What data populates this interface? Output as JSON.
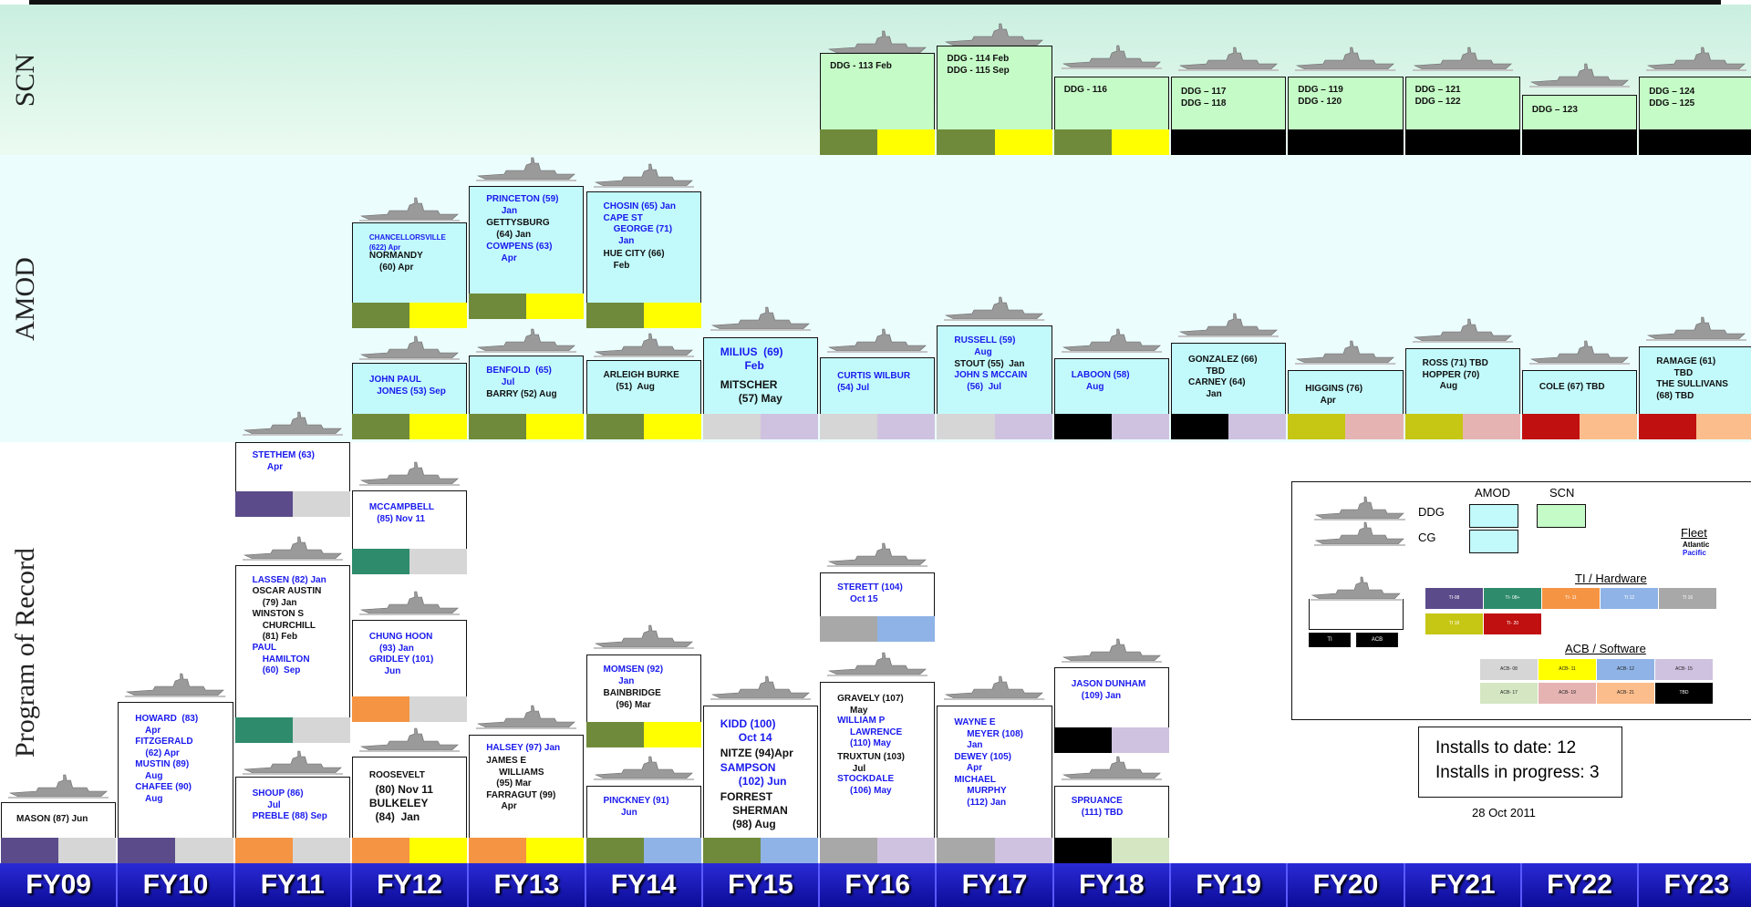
{
  "row_labels": {
    "scn": "SCN",
    "amod": "AMOD",
    "por": "Program of Record"
  },
  "fiscal_years": [
    "FY09",
    "FY10",
    "FY11",
    "FY12",
    "FY13",
    "FY14",
    "FY15",
    "FY16",
    "FY17",
    "FY18",
    "FY19",
    "FY20",
    "FY21",
    "FY22",
    "FY23"
  ],
  "colors": {
    "blue_text": "#1a1aee",
    "black_text": "#111111"
  },
  "cards": [
    {
      "id": "c1",
      "label": "DDG - 113 Feb",
      "row": "scn"
    },
    {
      "id": "c2",
      "label": "DDG - 114 Feb\nDDG - 115 Sep",
      "row": "scn"
    },
    {
      "id": "c3",
      "label": "DDG - 116",
      "row": "scn"
    },
    {
      "id": "c4",
      "label": "DDG – 117\nDDG – 118",
      "row": "scn"
    },
    {
      "id": "c5",
      "label": "DDG – 119\nDDG - 120",
      "row": "scn"
    },
    {
      "id": "c6",
      "label": "DDG – 121\nDDG – 122",
      "row": "scn"
    },
    {
      "id": "c7",
      "label": "DDG – 123",
      "row": "scn"
    },
    {
      "id": "c8",
      "label": "DDG – 124\nDDG – 125",
      "row": "scn"
    },
    {
      "id": "a1",
      "label": "CHANCELLORSVILLE\n(622) Apr",
      "label2": "NORMANDY\n    (60) Apr",
      "row": "amod"
    },
    {
      "id": "a2",
      "label": "PRINCETON (59)\n      Jan",
      "label2": "GETTYSBURG\n    (64) Jan",
      "label3": "COWPENS (63)\n      Apr",
      "row": "amod"
    },
    {
      "id": "a3",
      "label": "CHOSIN (65) Jan\nCAPE ST\n    GEORGE (71)\n      Jan",
      "label2": "HUE CITY (66)\n    Feb",
      "row": "amod"
    },
    {
      "id": "a4",
      "label": "JOHN PAUL\n   JONES (53) Sep",
      "row": "amod"
    },
    {
      "id": "a5",
      "label": "BENFOLD  (65)\n      Jul",
      "label2": "BARRY (52) Aug",
      "row": "amod"
    },
    {
      "id": "a6",
      "label": "ARLEIGH BURKE\n     (51)  Aug",
      "row": "amod"
    },
    {
      "id": "a7",
      "label": "MILIUS  (69)\n        Feb",
      "label2": "MITSCHER\n      (57) May",
      "row": "amod"
    },
    {
      "id": "a8",
      "label": "CURTIS WILBUR\n(54) Jul",
      "row": "amod"
    },
    {
      "id": "a9",
      "label": "RUSSELL (59)\n        Aug",
      "label2": "STOUT (55)  Jan",
      "label3": "JOHN S MCCAIN\n     (56)  Jul",
      "row": "amod"
    },
    {
      "id": "a10",
      "label": "LABOON (58)\n      Aug",
      "row": "amod"
    },
    {
      "id": "a11",
      "label": "GONZALEZ (66)\n       TBD\nCARNEY (64)\n       Jan",
      "row": "amod"
    },
    {
      "id": "a12",
      "label": "HIGGINS (76)\n      Apr",
      "row": "amod"
    },
    {
      "id": "a13",
      "label": "ROSS (71) TBD\nHOPPER (70)\n       Aug",
      "row": "amod"
    },
    {
      "id": "a14",
      "label": "COLE (67) TBD",
      "row": "amod"
    },
    {
      "id": "a15",
      "label": "RAMAGE (61)\n       TBD\nTHE SULLIVANS\n(68) TBD",
      "row": "amod"
    },
    {
      "id": "p1",
      "label": "MASON (87) Jun",
      "row": "por"
    },
    {
      "id": "p2",
      "label": "HOWARD  (83)\n    Apr\nFITZGERALD\n    (62) Apr\nMUSTIN (89)\n    Aug\nCHAFEE (90)\n    Aug",
      "row": "por"
    },
    {
      "id": "p3",
      "label": "STETHEM (63)\n      Apr",
      "row": "por"
    },
    {
      "id": "p4",
      "label": "LASSEN (82) Jan",
      "label2": "OSCAR AUSTIN\n    (79) Jan\nWINSTON S\n    CHURCHILL\n    (81) Feb",
      "label3": "PAUL\n    HAMILTON\n    (60)  Sep",
      "row": "por"
    },
    {
      "id": "p5",
      "label": "SHOUP (86)\n      Jul\nPREBLE (88) Sep",
      "row": "por"
    },
    {
      "id": "p6",
      "label": "MCCAMPBELL\n   (85) Nov 11",
      "row": "por"
    },
    {
      "id": "p7",
      "label": "CHUNG HOON\n    (93) Jan\nGRIDLEY (101)\n      Jun",
      "row": "por"
    },
    {
      "id": "p8",
      "label": "ROOSEVELT",
      "label2": "  (80) Nov 11\nBULKELEY\n  (84)  Jan",
      "row": "por"
    },
    {
      "id": "p9",
      "label": "HALSEY (97) Jan",
      "label2": "JAMES E\n     WILLIAMS\n    (95) Mar\nFARRAGUT (99)\n      Apr",
      "row": "por"
    },
    {
      "id": "p10",
      "label": "MOMSEN (92)\n      Jan",
      "label2": "BAINBRIDGE\n     (96) Mar",
      "row": "por"
    },
    {
      "id": "p11",
      "label": "PINCKNEY (91)\n       Jun",
      "row": "por"
    },
    {
      "id": "p12",
      "label": "KIDD (100)\n      Oct 14",
      "label2": "NITZE (94)Apr",
      "label3": "SAMPSON\n      (102) Jun",
      "label4": "FORREST\n    SHERMAN\n    (98) Aug",
      "row": "por"
    },
    {
      "id": "p13",
      "label": "STERETT (104)\n     Oct 15",
      "row": "por"
    },
    {
      "id": "p14",
      "label": "GRAVELY (107)\n     May",
      "label2": "WILLIAM P\n     LAWRENCE\n     (110) May",
      "label3": "TRUXTUN (103)\n      Jul",
      "label4": "STOCKDALE\n     (106) May",
      "row": "por"
    },
    {
      "id": "p15",
      "label": "WAYNE E\n     MEYER (108)\n     Jan\nDEWEY (105)\n     Apr\nMICHAEL\n     MURPHY\n     (112) Jan",
      "row": "por"
    },
    {
      "id": "p16",
      "label": "JASON DUNHAM\n    (109) Jan",
      "row": "por"
    },
    {
      "id": "p17",
      "label": "SPRUANCE\n    (111) TBD",
      "row": "por"
    }
  ],
  "legend": {
    "amod": "AMOD",
    "scn": "SCN",
    "ddg": "DDG",
    "cg": "CG",
    "fleet": "Fleet",
    "atlantic": "Atlantic",
    "pacific": "Pacific",
    "ti_title": "TI / Hardware",
    "acb_title": "ACB / Software",
    "ti_items": [
      {
        "label": "TI-08",
        "color": "#5b4b8a"
      },
      {
        "label": "TI- 08+",
        "color": "#2e8b6b"
      },
      {
        "label": "TI- 11",
        "color": "#f59443"
      },
      {
        "label": "TI 12",
        "color": "#8fb3e6"
      },
      {
        "label": "TI 16",
        "color": "#a8a8a8"
      },
      {
        "label": "TI 18",
        "color": "#c6c614"
      },
      {
        "label": "TI- 20",
        "color": "#c01010"
      }
    ],
    "acb_items": [
      {
        "label": "ACB- 08",
        "color": "#d6d6d6"
      },
      {
        "label": "ACB- 11",
        "color": "#ffff00"
      },
      {
        "label": "ACB- 12",
        "color": "#8fb3e6"
      },
      {
        "label": "ACB- 15",
        "color": "#cfc2e0"
      },
      {
        "label": "ACB- 17",
        "color": "#d4e6c2"
      },
      {
        "label": "ACB- 19",
        "color": "#e6b3b3"
      },
      {
        "label": "ACB- 21",
        "color": "#fbbd8c"
      },
      {
        "label": "TBD",
        "color": "#000000"
      }
    ],
    "ti_box": "TI",
    "acb_box": "ACB"
  },
  "installs": {
    "to_date": "Installs to date: 12",
    "in_progress": "Installs in progress: 3"
  },
  "date": "28 Oct 2011"
}
